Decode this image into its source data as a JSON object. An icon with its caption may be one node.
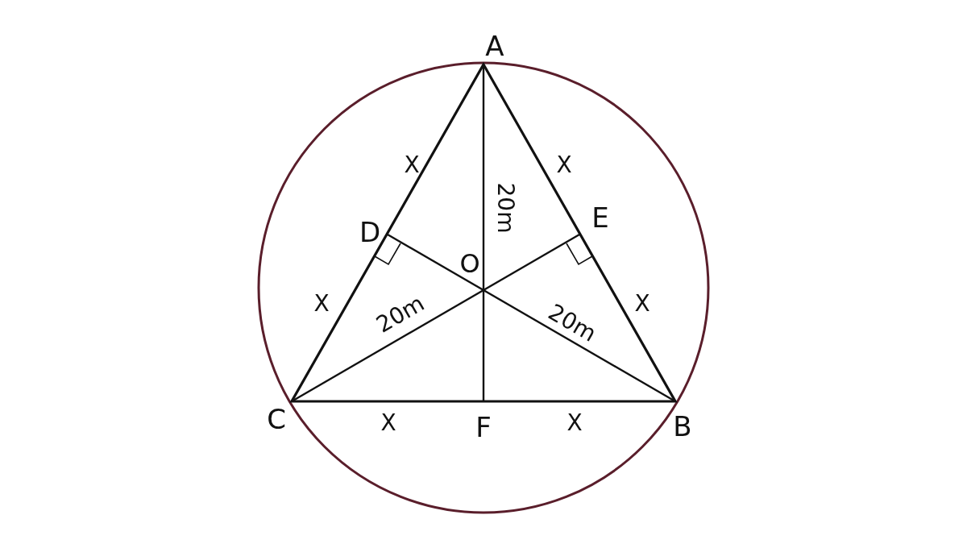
{
  "diagram": {
    "labels": [
      "A",
      "X",
      "X",
      "20m",
      "D",
      "E",
      "O",
      "X",
      "20m",
      "X",
      "20m",
      "C",
      "X",
      "F",
      "X",
      "B"
    ]
  }
}
